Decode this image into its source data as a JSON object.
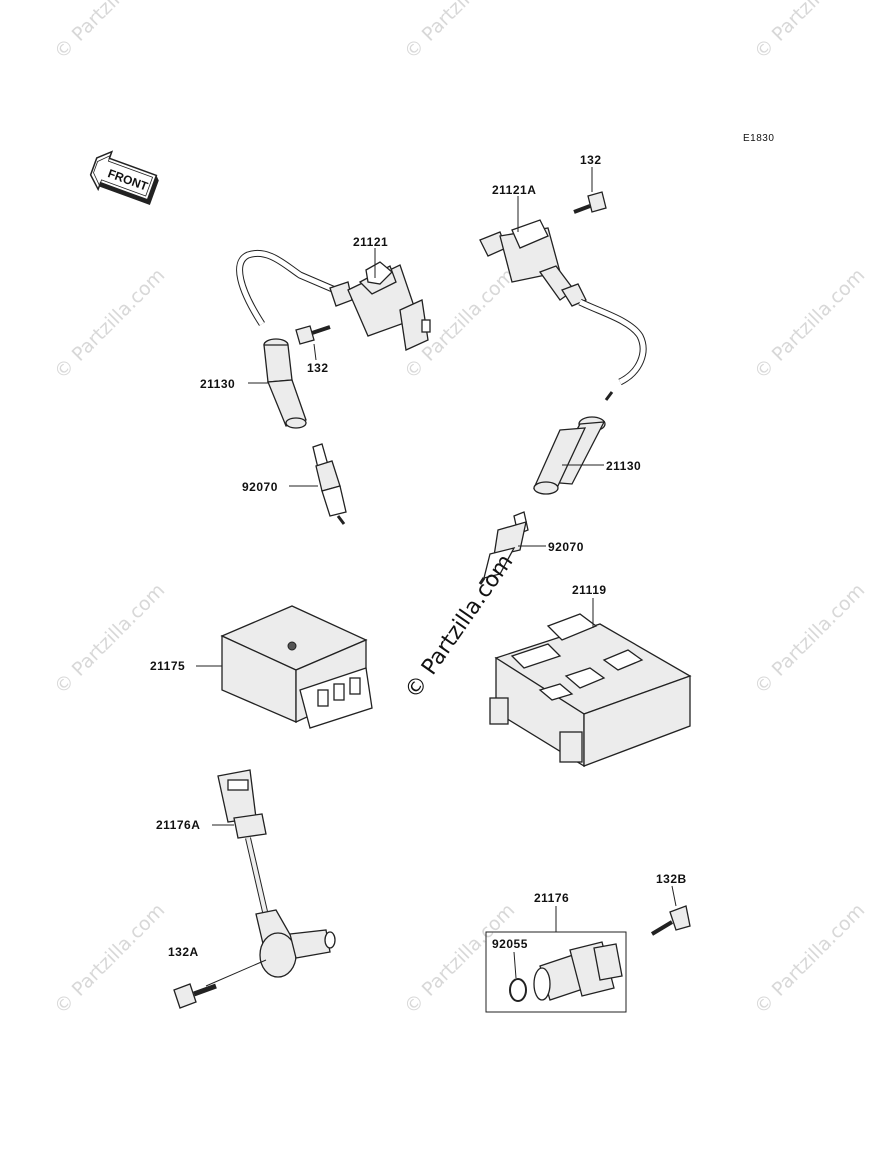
{
  "diagram_code": "E1830",
  "front_label": "FRONT",
  "callouts": {
    "coil_left": "21121",
    "coil_right": "21121A",
    "bolt_right_top": "132",
    "bolt_left": "132",
    "cap_left": "21130",
    "cap_right": "21130",
    "plug_left": "92070",
    "plug_right": "92070",
    "module": "21175",
    "ecu": "21119",
    "sensor_lead": "21176A",
    "bolt_sensor": "132A",
    "sensor_assembly": "21176",
    "oring": "92055",
    "bolt_132b": "132B"
  },
  "watermarks": {
    "center": "© Partzilla.com",
    "tile": "© Partzilla.com"
  }
}
